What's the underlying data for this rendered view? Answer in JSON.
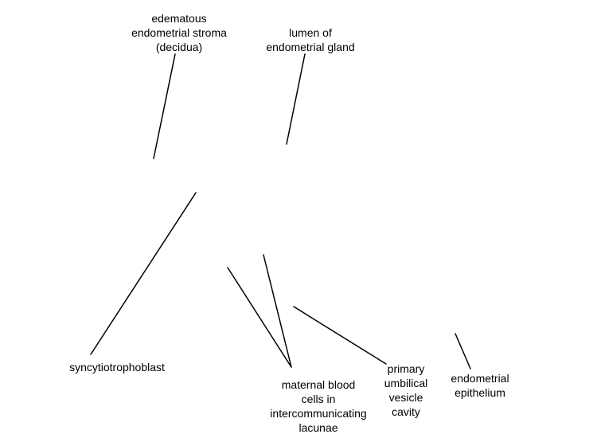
{
  "labels": {
    "stroma": "edematous\nendometrial stroma\n(decidua)",
    "lumen": "lumen of\nendometrial gland",
    "syncytiotrophoblast": "syncytiotrophoblast",
    "maternal_blood": "maternal blood\ncells in\nintercommunicating\nlacunae",
    "umbilical_vesicle": "primary\numbilical\nvesicle\ncavity",
    "epithelium": "endometrial\nepithelium"
  },
  "colors": {
    "line": "#000000",
    "text": "#000000",
    "background": "#ffffff"
  }
}
